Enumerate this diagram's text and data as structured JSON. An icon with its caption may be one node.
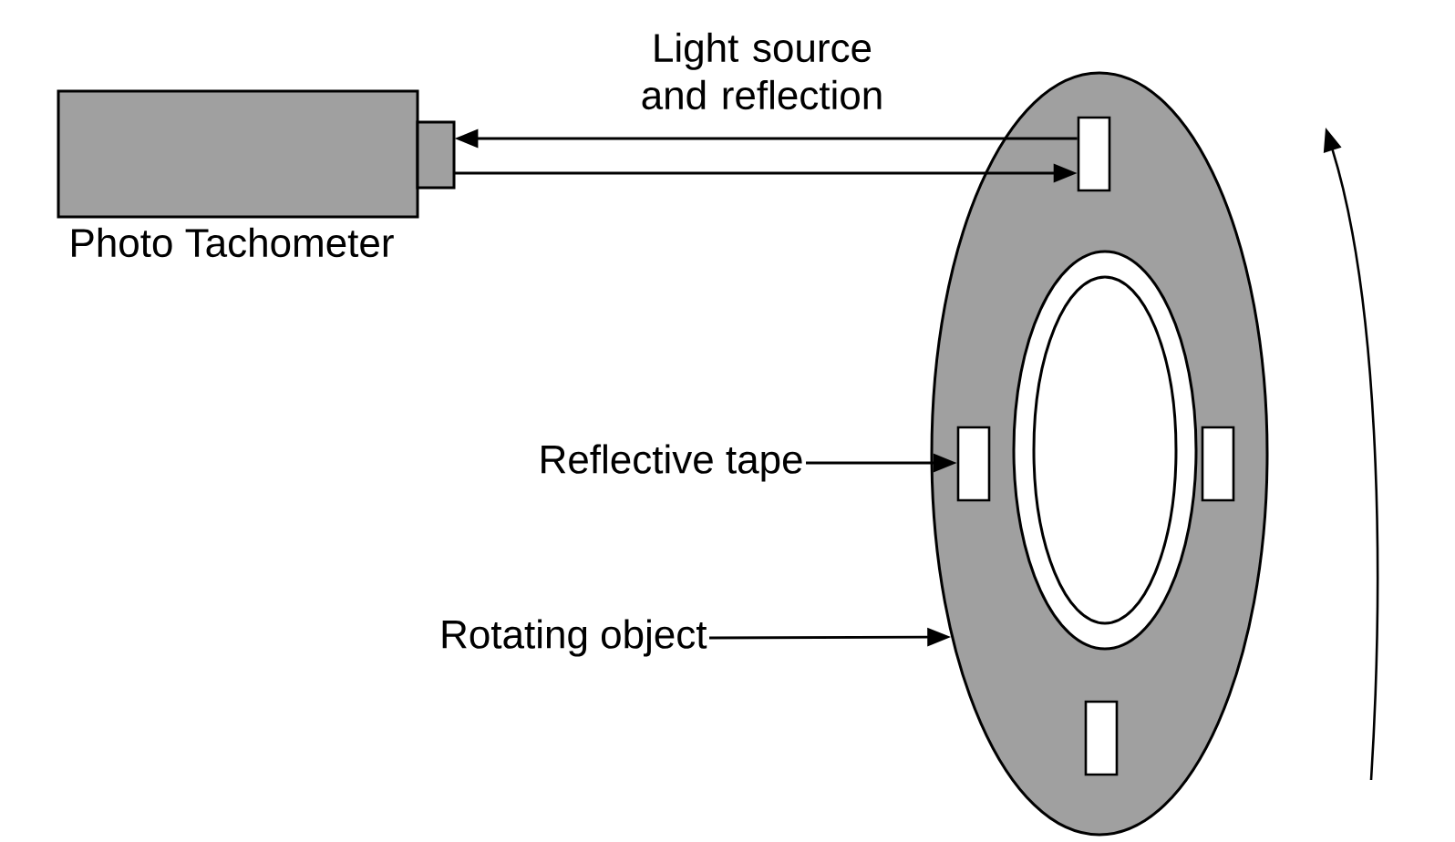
{
  "diagram": {
    "nodes": [
      {
        "text": [
          "Photo Tachometer"
        ]
      },
      {
        "text": [],
        "shape": "ellipse"
      },
      {
        "text": [],
        "shape": "box",
        "in": 1
      },
      {
        "text": [],
        "shape": "box",
        "in": 1
      },
      {
        "text": [],
        "shape": "box",
        "in": 1
      },
      {
        "text": [],
        "shape": "box",
        "in": 1
      },
      {
        "text": [
          "Reflective tape"
        ]
      },
      {
        "text": [
          "Rotating object"
        ]
      }
    ],
    "edges": [
      {
        "from": 2,
        "to": 0,
        "arrow": "to",
        "label": "Light source and reflection"
      },
      {
        "from": 0,
        "to": 2,
        "arrow": "to"
      },
      {
        "from": 6,
        "to": 3,
        "arrow": "to"
      },
      {
        "from": 7,
        "to": 1,
        "arrow": "to"
      }
    ]
  }
}
